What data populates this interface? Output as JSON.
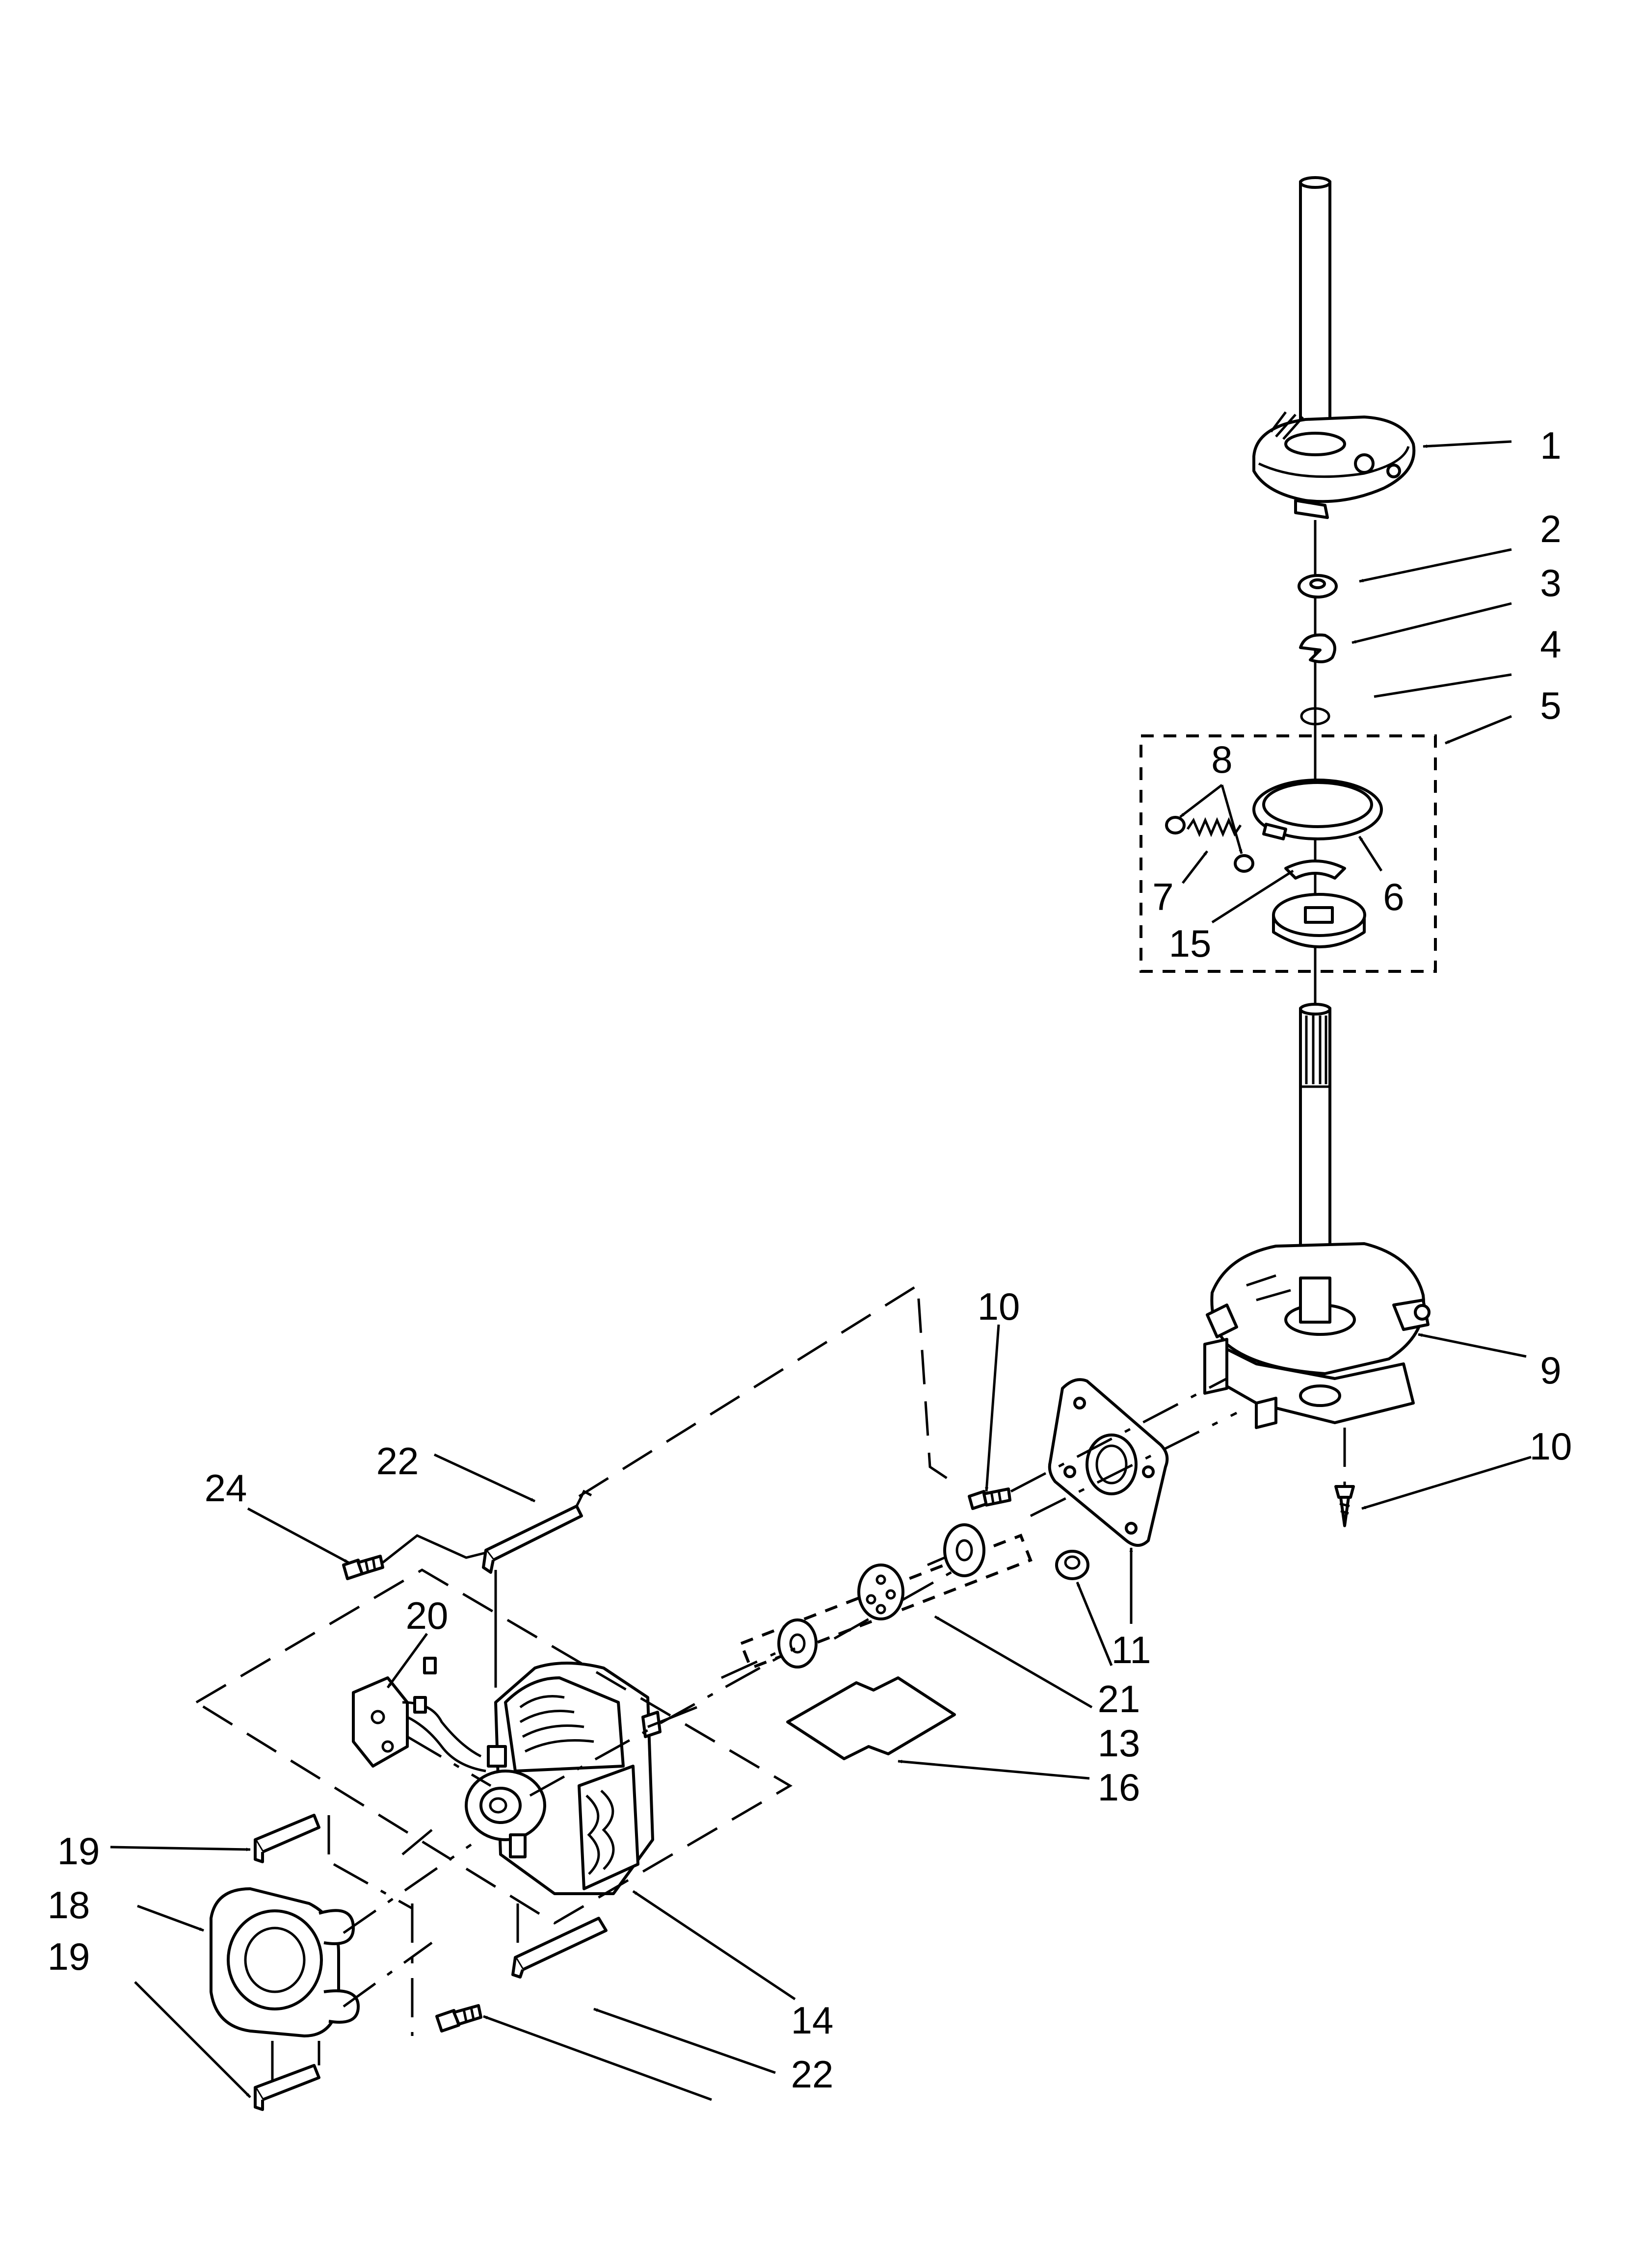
{
  "callouts": {
    "c1": "1",
    "c2": "2",
    "c3": "3",
    "c4": "4",
    "c5": "5",
    "c6": "6",
    "c7": "7",
    "c8": "8",
    "c9": "9",
    "c10a": "10",
    "c10b": "10",
    "c11": "11",
    "c13": "13",
    "c14": "14",
    "c15": "15",
    "c16": "16",
    "c18": "18",
    "c19a": "19",
    "c19b": "19",
    "c20": "20",
    "c21": "21",
    "c22a": "22",
    "c22b": "22",
    "c24": "24"
  },
  "colors": {
    "line": "#000000",
    "background": "#ffffff"
  }
}
